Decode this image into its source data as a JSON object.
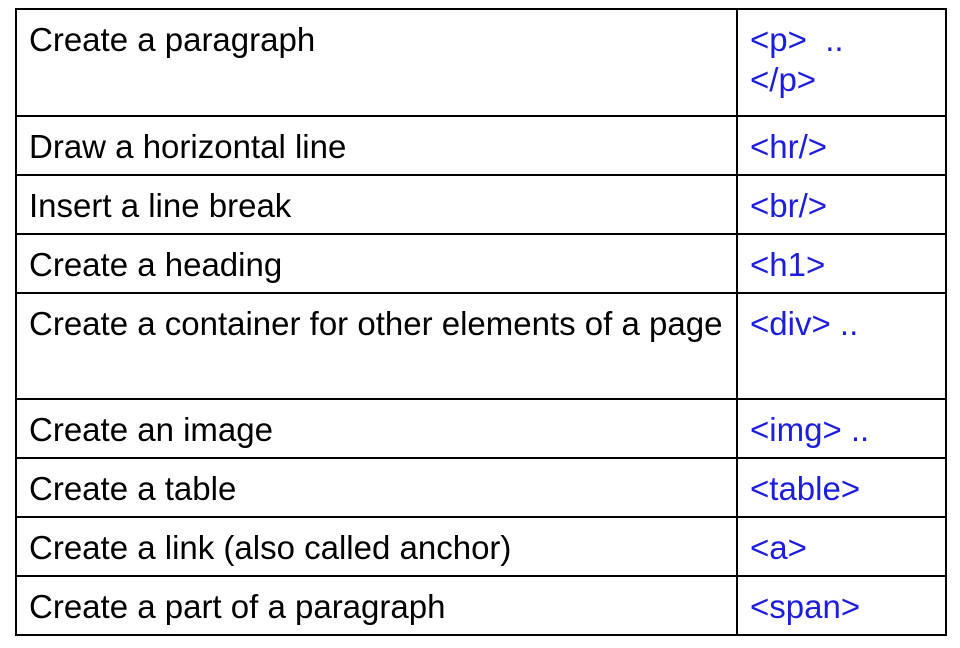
{
  "colors": {
    "text": "#000000",
    "tag_text": "#1d1ddd",
    "border": "#000000",
    "background": "#ffffff"
  },
  "rows": [
    {
      "description": "Create a paragraph",
      "tag": "<p>  ..\n</p>"
    },
    {
      "description": "Draw a horizontal line",
      "tag": "<hr/>"
    },
    {
      "description": "Insert a line break",
      "tag": "<br/>"
    },
    {
      "description": "Create a heading",
      "tag": "<h1>"
    },
    {
      "description": "Create a container for other elements of a page",
      "tag": "<div> .."
    },
    {
      "description": "Create an image",
      "tag": "<img> .."
    },
    {
      "description": "Create a table",
      "tag": "<table>"
    },
    {
      "description": "Create a link (also called anchor)",
      "tag": "<a>"
    },
    {
      "description": "Create a part of a paragraph",
      "tag": "<span>"
    }
  ]
}
